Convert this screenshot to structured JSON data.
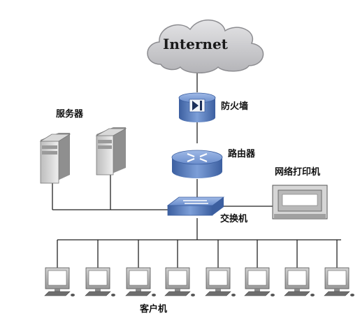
{
  "labels": {
    "internet": "Internet",
    "firewall": "防火墙",
    "router": "路由器",
    "servers": "服务器",
    "printer": "网络打印机",
    "switch": "交换机",
    "clients": "客户机"
  },
  "colors": {
    "cloud_fill": "#c9c9cc",
    "device_blue": "#5b7fc0",
    "line": "#222222"
  }
}
